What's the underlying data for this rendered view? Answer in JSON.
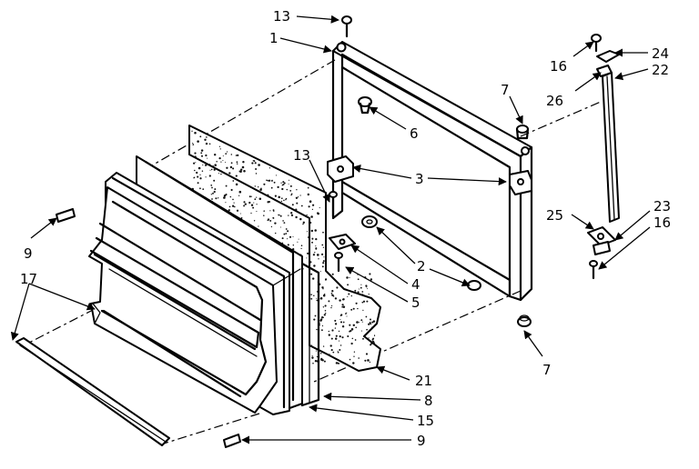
{
  "callouts": [
    {
      "id": "c-13-top",
      "text": "13"
    },
    {
      "id": "c-1",
      "text": "1"
    },
    {
      "id": "c-6",
      "text": "6"
    },
    {
      "id": "c-7-top",
      "text": "7"
    },
    {
      "id": "c-16-top",
      "text": "16"
    },
    {
      "id": "c-24",
      "text": "24"
    },
    {
      "id": "c-22",
      "text": "22"
    },
    {
      "id": "c-26",
      "text": "26"
    },
    {
      "id": "c-13-mid",
      "text": "13"
    },
    {
      "id": "c-3",
      "text": "3"
    },
    {
      "id": "c-25",
      "text": "25"
    },
    {
      "id": "c-23",
      "text": "23"
    },
    {
      "id": "c-16-bot",
      "text": "16"
    },
    {
      "id": "c-9-left",
      "text": "9"
    },
    {
      "id": "c-17",
      "text": "17"
    },
    {
      "id": "c-2",
      "text": "2"
    },
    {
      "id": "c-4",
      "text": "4"
    },
    {
      "id": "c-5",
      "text": "5"
    },
    {
      "id": "c-7-bot",
      "text": "7"
    },
    {
      "id": "c-21",
      "text": "21"
    },
    {
      "id": "c-8",
      "text": "8"
    },
    {
      "id": "c-15",
      "text": "15"
    },
    {
      "id": "c-9-bot",
      "text": "9"
    }
  ]
}
